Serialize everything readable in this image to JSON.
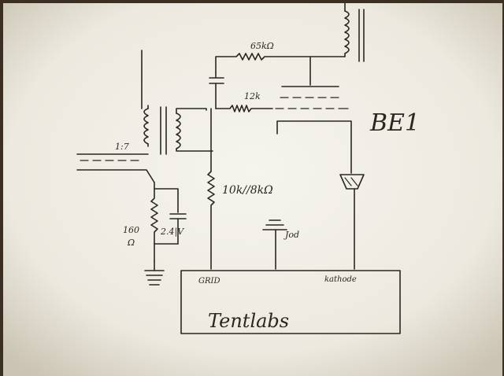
{
  "labels": {
    "r_plate": "65kΩ",
    "r_screen": "12k",
    "tube": "BE1",
    "tap_label": "1:7",
    "r_cathode": "160",
    "r_cathode_unit": "Ω",
    "cap_label": "2.4|V",
    "r_grid": "10k//8kΩ",
    "ground_label": "Jod",
    "box_grid": "GRID",
    "box_kathode": "kathode",
    "box_name": "Tentlabs"
  },
  "colors": {
    "paper": "#f3f1ea",
    "ink": "#2a2622"
  }
}
